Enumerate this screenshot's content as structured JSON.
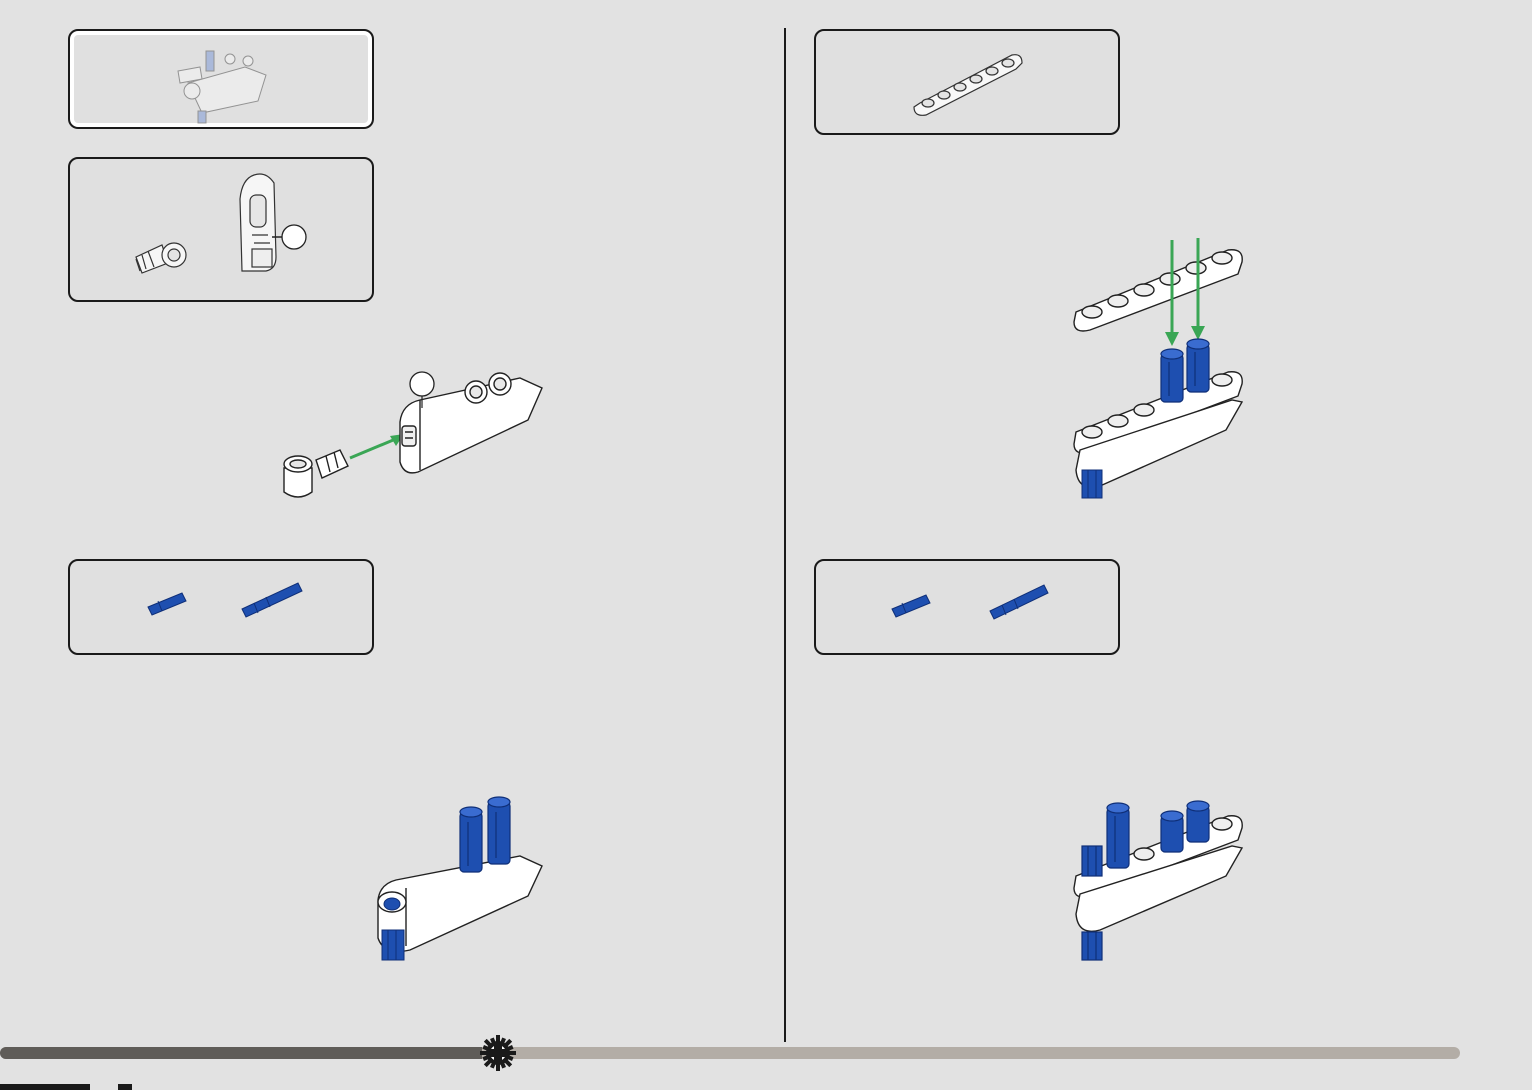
{
  "page": {
    "background": "#e2e2e2",
    "accent_blue": "#1e4fb0",
    "arrow_green": "#3aa655"
  },
  "steps": [
    {
      "parts_box": {
        "faded": true,
        "parts": [
          "subassembly-preview"
        ]
      },
      "parts_box_2": {
        "parts": [
          "axle-connector",
          "panel-side-view"
        ],
        "callout_marker": true
      },
      "assembly": {
        "parts": [
          "axle-connector",
          "arm-panel"
        ],
        "arrow": "insert-connector"
      }
    },
    {
      "parts_box": {
        "parts": [
          "short-blue-pin",
          "long-blue-pin"
        ]
      },
      "assembly": {
        "parts": [
          "arm-panel",
          "two-blue-pins",
          "blue-axle"
        ]
      }
    },
    {
      "parts_box": {
        "parts": [
          "liftarm-6"
        ]
      },
      "assembly": {
        "parts": [
          "liftarm-6",
          "arm-assembly"
        ],
        "arrows": 2
      }
    },
    {
      "parts_box": {
        "parts": [
          "short-blue-pin",
          "long-blue-pin"
        ]
      },
      "assembly": {
        "parts": [
          "final-assembly"
        ]
      }
    }
  ],
  "progress": {
    "fraction": 0.33,
    "icon": "gear-icon"
  }
}
